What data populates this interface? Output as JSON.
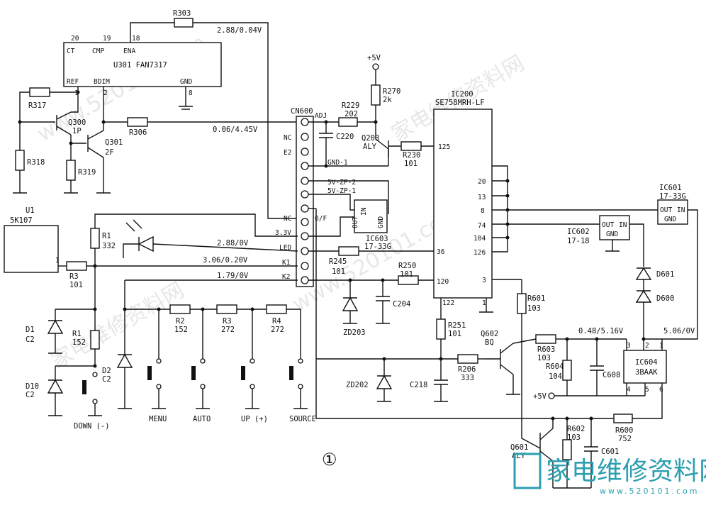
{
  "figure_number": "①",
  "ics": {
    "u301": {
      "label": "U301 FAN7317",
      "pins": [
        "20",
        "19",
        "18",
        "1",
        "2",
        "8"
      ],
      "pin_names": [
        "CT",
        "CMP",
        "ENA",
        "REF",
        "BDIM",
        "GND"
      ]
    },
    "ic200": {
      "label_line1": "IC200",
      "label_line2": "SE758MRH-LF",
      "pins": [
        "125",
        "20",
        "13",
        "8",
        "74",
        "104",
        "126",
        "36",
        "120",
        "3",
        "122",
        "1"
      ]
    },
    "ic601": {
      "label_line1": "IC601",
      "label_line2": "17-33G",
      "pin_out": "OUT",
      "pin_in": "IN",
      "pin_gnd": "GND"
    },
    "ic602": {
      "label_line1": "IC602",
      "label_line2": "17-18",
      "pin_out": "OUT",
      "pin_in": "IN",
      "pin_gnd": "GND"
    },
    "ic603": {
      "label_line1": "IC603",
      "label_line2": "17-33G",
      "pin_out": "OUT",
      "pin_in": "IN",
      "pin_gnd": "GND"
    },
    "ic604": {
      "label_line1": "IC604",
      "label_line2": "3BAAK",
      "pins": [
        "3",
        "2",
        "1",
        "4",
        "5",
        "6"
      ]
    },
    "u1": {
      "label_line1": "U1",
      "label_line2": "5K107",
      "pin": "1"
    }
  },
  "connector": {
    "name": "CN600",
    "pins": [
      "ADJ",
      "NC",
      "E2",
      "GND-1",
      "5V-ZP-2",
      "5V-ZP-1",
      "O/F",
      "NC",
      "3.3V",
      "LED",
      "K1",
      "K2"
    ]
  },
  "resistors": [
    {
      "ref": "R303",
      "value": ""
    },
    {
      "ref": "R317",
      "value": ""
    },
    {
      "ref": "R318",
      "value": ""
    },
    {
      "ref": "R319",
      "value": ""
    },
    {
      "ref": "R306",
      "value": ""
    },
    {
      "ref": "R229",
      "value": "202"
    },
    {
      "ref": "R270",
      "value": "2k"
    },
    {
      "ref": "R230",
      "value": "101"
    },
    {
      "ref": "R1",
      "value": "332"
    },
    {
      "ref": "R245",
      "value": "101"
    },
    {
      "ref": "R250",
      "value": "101"
    },
    {
      "ref": "R3",
      "value": "101"
    },
    {
      "ref": "R1",
      "value": "152"
    },
    {
      "ref": "R2",
      "value": "152"
    },
    {
      "ref": "R3",
      "value": "272"
    },
    {
      "ref": "R4",
      "value": "272"
    },
    {
      "ref": "R251",
      "value": "101"
    },
    {
      "ref": "R206",
      "value": "333"
    },
    {
      "ref": "R601",
      "value": "103"
    },
    {
      "ref": "R603",
      "value": "103"
    },
    {
      "ref": "R604",
      "value": "104"
    },
    {
      "ref": "R602",
      "value": "103"
    },
    {
      "ref": "R600",
      "value": "752"
    }
  ],
  "capacitors": [
    "C220",
    "C204",
    "C218",
    "C608",
    "C601"
  ],
  "diodes": [
    {
      "ref": "ZD203",
      "value": ""
    },
    {
      "ref": "ZD202",
      "value": ""
    },
    {
      "ref": "D601",
      "value": ""
    },
    {
      "ref": "D600",
      "value": ""
    },
    {
      "ref": "D1",
      "value": "C2"
    },
    {
      "ref": "D2",
      "value": "C2"
    },
    {
      "ref": "D10",
      "value": "C2"
    }
  ],
  "transistors": [
    {
      "ref": "Q300",
      "value": "1P"
    },
    {
      "ref": "Q301",
      "value": "2F"
    },
    {
      "ref": "Q203",
      "value": "ALY"
    },
    {
      "ref": "Q602",
      "value": "BQ"
    },
    {
      "ref": "Q601",
      "value": "ALY"
    }
  ],
  "voltages": {
    "r303_net": "2.88/0.04V",
    "r306_net": "0.06/4.45V",
    "led_net": "2.88/0V",
    "k1_net": "3.06/0.20V",
    "k2_net": "1.79/0V",
    "r603_net": "0.48/5.16V",
    "ic604_net": "5.06/0V"
  },
  "rails": {
    "plus5v_top": "+5V",
    "plus5v_ic604": "+5V"
  },
  "buttons": [
    "MENU",
    "AUTO",
    "UP (+)",
    "SOURCE",
    "DOWN (-)"
  ],
  "watermark": {
    "text": "www.520101.com",
    "cn": "家电维修资料网"
  },
  "logo": {
    "cn": "家电维修资料网",
    "url": "www.520101.com"
  }
}
